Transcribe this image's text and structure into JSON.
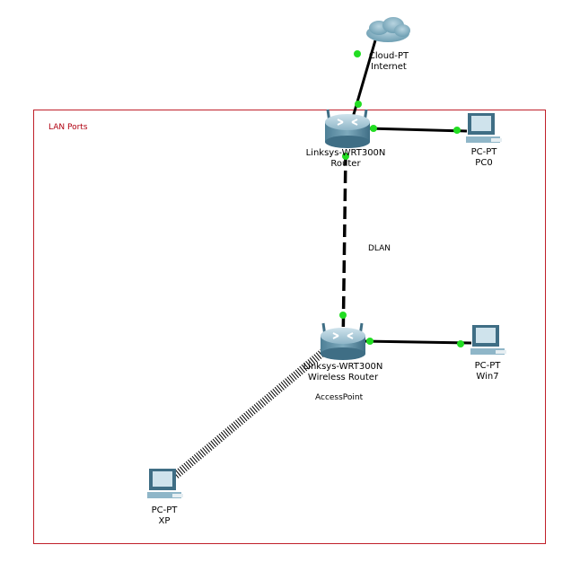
{
  "cluster": {
    "label": "LAN Ports",
    "border_color": "#c0202a"
  },
  "devices": {
    "cloud": {
      "type": "Cloud-PT",
      "name": "Internet"
    },
    "router": {
      "type": "Linksys-WRT300N",
      "name": "Router"
    },
    "pc0": {
      "type": "PC-PT",
      "name": "PC0"
    },
    "ap": {
      "type": "Linksys-WRT300N",
      "name": "Wireless Router",
      "note": "AccessPoint"
    },
    "win7": {
      "type": "PC-PT",
      "name": "Win7"
    },
    "xp": {
      "type": "PC-PT",
      "name": "XP"
    }
  },
  "notes": {
    "dlan": "DLAN"
  },
  "links": [
    {
      "from": "cloud",
      "to": "router",
      "style": "solid"
    },
    {
      "from": "router",
      "to": "pc0",
      "style": "solid"
    },
    {
      "from": "router",
      "to": "ap",
      "style": "dashed"
    },
    {
      "from": "ap",
      "to": "win7",
      "style": "solid"
    },
    {
      "from": "ap",
      "to": "xp",
      "style": "wireless"
    }
  ],
  "colors": {
    "link": "#000000",
    "port": "#22dd22"
  }
}
